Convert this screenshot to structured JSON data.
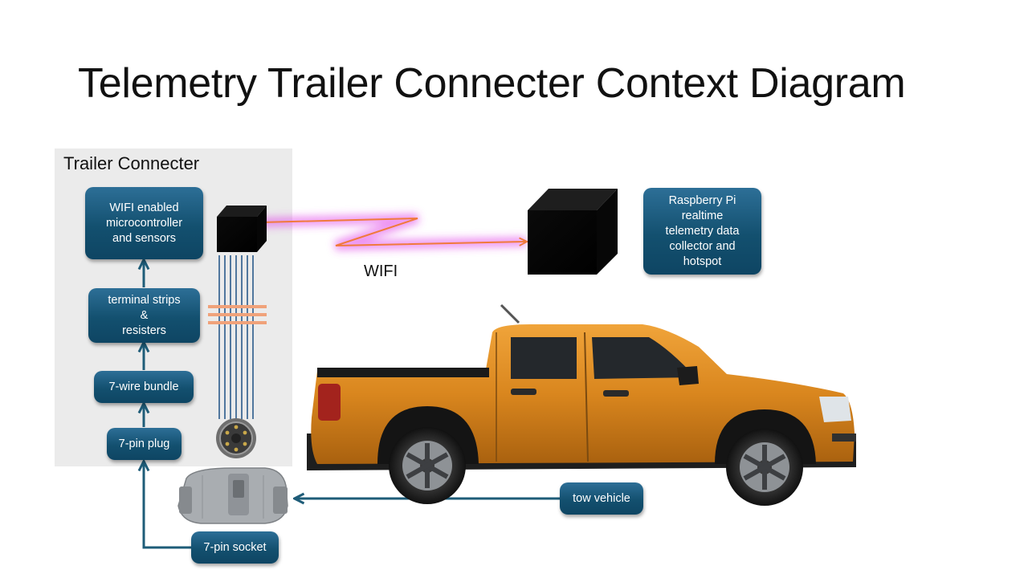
{
  "title": "Telemetry Trailer Connecter Context Diagram",
  "group": {
    "label": "Trailer Connecter"
  },
  "nodes": {
    "microcontroller": "WIFI enabled\nmicrocontroller\nand sensors",
    "terminal_strips": "terminal strips\n&\nresisters",
    "wire_bundle": "7-wire bundle",
    "pin_plug": "7-pin plug",
    "pin_socket": "7-pin socket",
    "tow_vehicle": "tow vehicle",
    "raspberry_pi": "Raspberry Pi\nrealtime\ntelemetry data\ncollector and\nhotspot"
  },
  "wifi_label": "WIFI",
  "colors": {
    "node_fill": "#13506f",
    "arrow": "#1e5c78",
    "wire": "#2a5a8a",
    "resistor": "#f0a27a",
    "wifi_glow": "#e040e8",
    "wifi_line": "#f07a3c",
    "panel": "#ebebeb",
    "truck_body": "#d88a22"
  },
  "icons": {
    "microcontroller_box": "black-cube-icon",
    "raspberry_pi_box": "black-cube-icon",
    "connector": "round-7-pin-connector-icon",
    "socket": "grey-trailer-socket-icon",
    "vehicle": "pickup-truck-icon"
  }
}
